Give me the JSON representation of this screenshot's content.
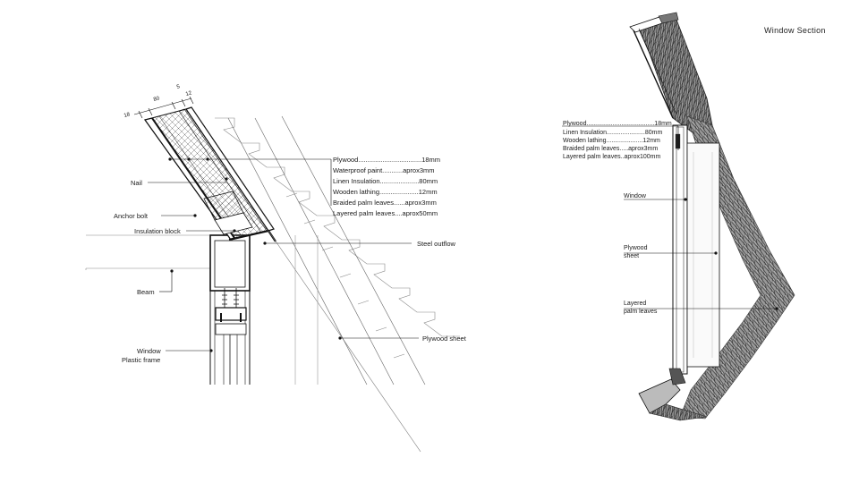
{
  "title": "Window Section",
  "left_detail": {
    "dimensions": [
      "18",
      "80",
      "5",
      "12"
    ],
    "layer_spec": [
      "Plywood..................................18mm",
      "Waterproof paint...........aprox3mm",
      "Linen Insulation.....................80mm",
      "Wooden lathing.....................12mm",
      "Braided palm leaves......aprox3mm",
      "Layered palm leaves....aprox50mm"
    ],
    "callouts": {
      "nail": "Nail",
      "anchor_bolt": "Anchor bolt",
      "insulation_block": "Insulation block",
      "beam": "Beam",
      "window_line1": "Window",
      "window_line2": "Plastic frame",
      "steel_outflow": "Steel outflow",
      "plywood_sheet": "Plywood sheet"
    }
  },
  "right_section": {
    "layer_spec": [
      "Plywood.......................................18mm",
      "Linen      Insulation......................80mm",
      "Wooden    lathing.....................12mm",
      "Braided palm leaves.....aprox3mm",
      "Layered palm leaves..aprox100mm"
    ],
    "callouts": {
      "window": "Window",
      "plywood_line1": "Plywood",
      "plywood_line2": "sheet",
      "layered_line1": "Layered",
      "layered_line2": "palm leaves"
    }
  }
}
